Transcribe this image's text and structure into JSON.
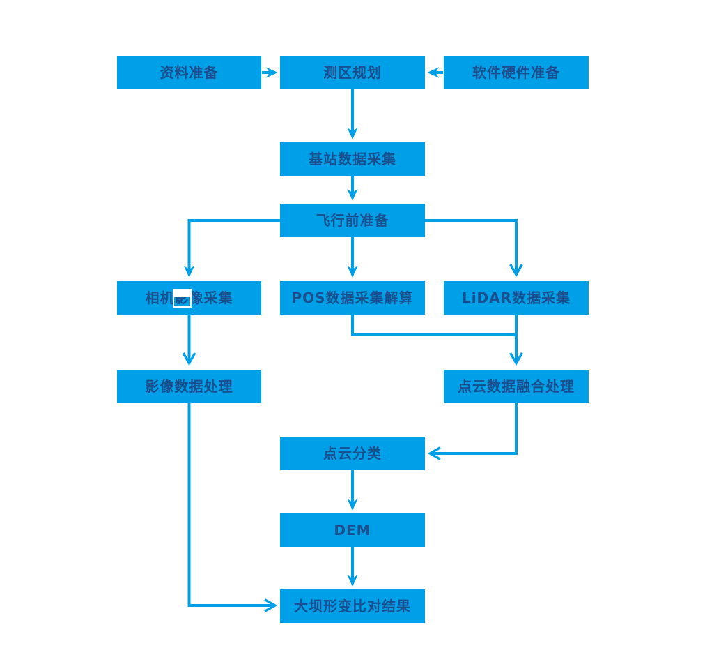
{
  "diagram": {
    "type": "flowchart",
    "colors": {
      "node_fill": "#00A0E9",
      "node_text": "#1B4E8C",
      "connector": "#00A0E9",
      "background": "#FFFFFF",
      "selection_box": "#FFFFFF"
    },
    "nodes": [
      {
        "id": "data-preparation",
        "label": "资料准备"
      },
      {
        "id": "survey-area-planning",
        "label": "测区规划"
      },
      {
        "id": "software-hardware-preparation",
        "label": "软件硬件准备"
      },
      {
        "id": "base-station-data-collection",
        "label": "基站数据采集"
      },
      {
        "id": "pre-flight-preparation",
        "label": "飞行前准备"
      },
      {
        "id": "camera-image-collection",
        "label": "相机影像采集",
        "label_before": "相机",
        "selected_char": "影",
        "label_after": "像采集"
      },
      {
        "id": "pos-data-collection-solution",
        "label": "POS数据采集解算"
      },
      {
        "id": "lidar-data-collection",
        "label": "LiDAR数据采集"
      },
      {
        "id": "image-data-processing",
        "label": "影像数据处理"
      },
      {
        "id": "point-cloud-fusion-processing",
        "label": "点云数据融合处理"
      },
      {
        "id": "point-cloud-classification",
        "label": "点云分类"
      },
      {
        "id": "dem",
        "label": "DEM"
      },
      {
        "id": "dam-deformation-comparison-result",
        "label": "大坝形变比对结果"
      }
    ],
    "edges": [
      {
        "from": "data-preparation",
        "to": "survey-area-planning"
      },
      {
        "from": "software-hardware-preparation",
        "to": "survey-area-planning"
      },
      {
        "from": "survey-area-planning",
        "to": "base-station-data-collection"
      },
      {
        "from": "base-station-data-collection",
        "to": "pre-flight-preparation"
      },
      {
        "from": "pre-flight-preparation",
        "to": "camera-image-collection"
      },
      {
        "from": "pre-flight-preparation",
        "to": "pos-data-collection-solution"
      },
      {
        "from": "pre-flight-preparation",
        "to": "lidar-data-collection"
      },
      {
        "from": "camera-image-collection",
        "to": "image-data-processing"
      },
      {
        "from": "pos-data-collection-solution",
        "to": "point-cloud-fusion-processing"
      },
      {
        "from": "lidar-data-collection",
        "to": "point-cloud-fusion-processing"
      },
      {
        "from": "point-cloud-fusion-processing",
        "to": "point-cloud-classification"
      },
      {
        "from": "point-cloud-classification",
        "to": "dem"
      },
      {
        "from": "dem",
        "to": "dam-deformation-comparison-result"
      },
      {
        "from": "image-data-processing",
        "to": "dam-deformation-comparison-result"
      }
    ]
  }
}
